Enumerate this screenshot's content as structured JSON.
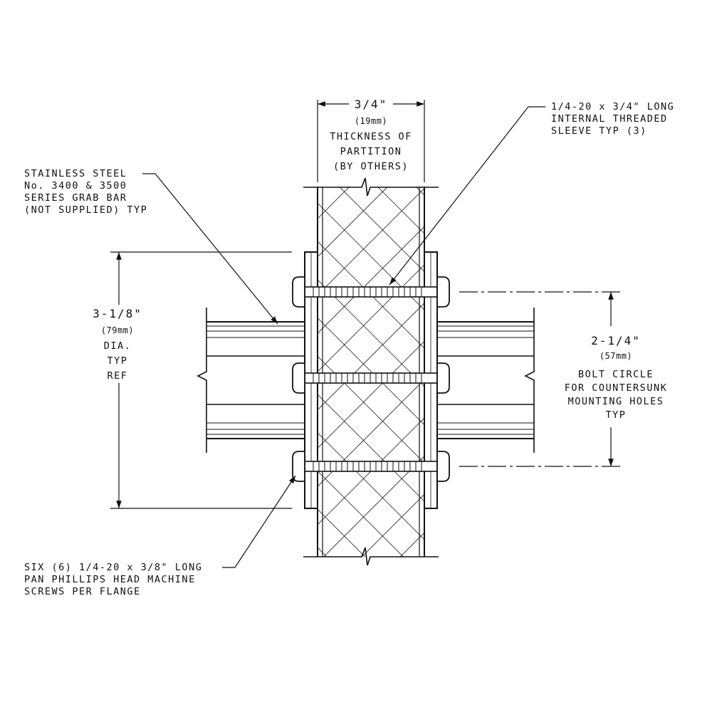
{
  "partition": {
    "dimension": "3/4\"",
    "metric": "(19mm)",
    "line1": "THICKNESS OF",
    "line2": "PARTITION",
    "line3": "(BY OTHERS)"
  },
  "sleeve_note": {
    "line1": "1/4-20 x 3/4\" LONG",
    "line2": "INTERNAL THREADED",
    "line3": "SLEEVE  TYP (3)"
  },
  "grab_bar_note": {
    "line1": "STAINLESS STEEL",
    "line2": "No. 3400 & 3500",
    "line3": "SERIES GRAB BAR",
    "line4": "(NOT SUPPLIED) TYP"
  },
  "diameter_dim": {
    "dimension": "3-1/8\"",
    "metric": "(79mm)",
    "line1": "DIA.",
    "line2": "TYP",
    "line3": "REF"
  },
  "bolt_circle_dim": {
    "dimension": "2-1/4\"",
    "metric": "(57mm)",
    "line1": "BOLT CIRCLE",
    "line2": "FOR COUNTERSUNK",
    "line3": "MOUNTING HOLES",
    "line4": "TYP"
  },
  "screw_note": {
    "line1": "SIX (6) 1/4-20 x 3/8\" LONG",
    "line2": "PAN PHILLIPS HEAD MACHINE",
    "line3": "SCREWS PER FLANGE"
  }
}
